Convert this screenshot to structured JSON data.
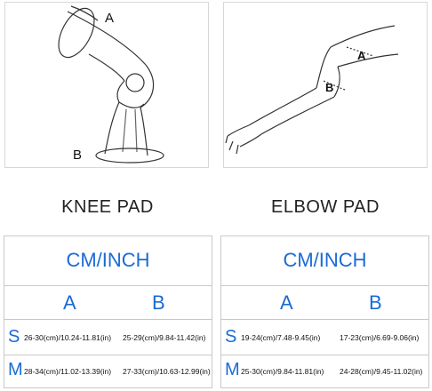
{
  "images": {
    "knee": {
      "label_a": "A",
      "label_b": "B"
    },
    "elbow": {
      "label_a": "A",
      "label_b": "B"
    }
  },
  "knee": {
    "caption": "KNEE PAD",
    "table": {
      "title": "CM/INCH",
      "col_a": "A",
      "col_b": "B",
      "rows": [
        {
          "size": "S",
          "a": "26-30(cm)/10.24-11.81(in)",
          "b": "25-29(cm)/9.84-11.42(in)"
        },
        {
          "size": "M",
          "a": "28-34(cm)/11.02-13.39(in)",
          "b": "27-33(cm)/10.63-12.99(in)"
        }
      ]
    }
  },
  "elbow": {
    "caption": "ELBOW PAD",
    "table": {
      "title": "CM/INCH",
      "col_a": "A",
      "col_b": "B",
      "rows": [
        {
          "size": "S",
          "a": "19-24(cm)/7.48-9.45(in)",
          "b": "17-23(cm)/6.69-9.06(in)"
        },
        {
          "size": "M",
          "a": "25-30(cm)/9.84-11.81(in)",
          "b": "24-28(cm)/9.45-11.02(in)"
        }
      ]
    }
  }
}
